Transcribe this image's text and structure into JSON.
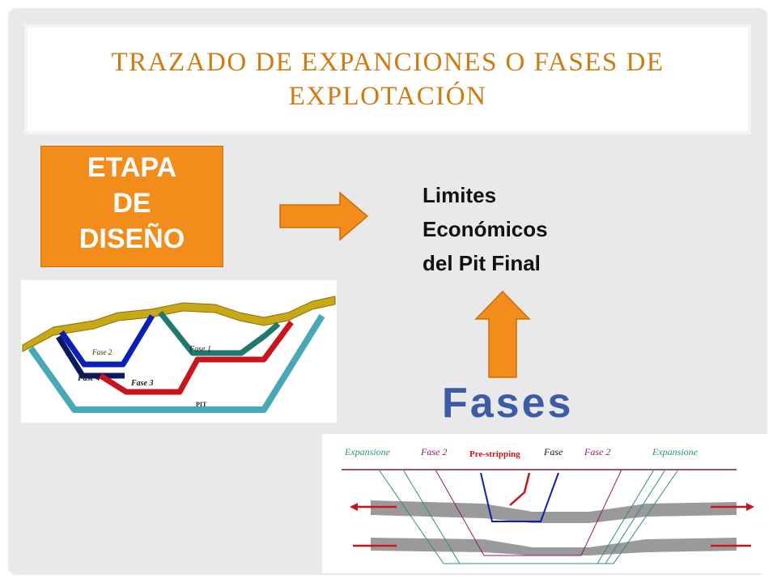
{
  "title": "TRAZADO DE EXPANCIONES O FASES DE EXPLOTACIÓN",
  "etapa_box": {
    "line1": "ETAPA",
    "line2": "DE",
    "line3": "DISEÑO"
  },
  "limites": {
    "line1": "Limites",
    "line2": "Económicos",
    "line3": "del Pit  Final"
  },
  "fases_label": "Fases",
  "pit_diagram": {
    "fase2": "Fase 2",
    "fase1": "Fase 1",
    "fase4": "Fase 4",
    "fase3": "Fase 3",
    "pit": "PIT"
  },
  "section_diagram": {
    "expansione_left": "Expansione",
    "fase2_left": "Fase 2",
    "prestripping": "Pre-stripping",
    "fase": "Fase",
    "fase2_right": "Fase 2",
    "expansione_right": "Expansione"
  },
  "colors": {
    "title": "#d07a12",
    "orange": "#f28c1a",
    "fases_blue": "#3d5ba8",
    "fase1_teal": "#1f7a6e",
    "fase2_blue": "#0a1fb5",
    "fase3_red": "#c8141a",
    "fase4_navy": "#0b1a5e",
    "pit_cyan": "#49a8b8",
    "topo_gold": "#b8960c"
  }
}
